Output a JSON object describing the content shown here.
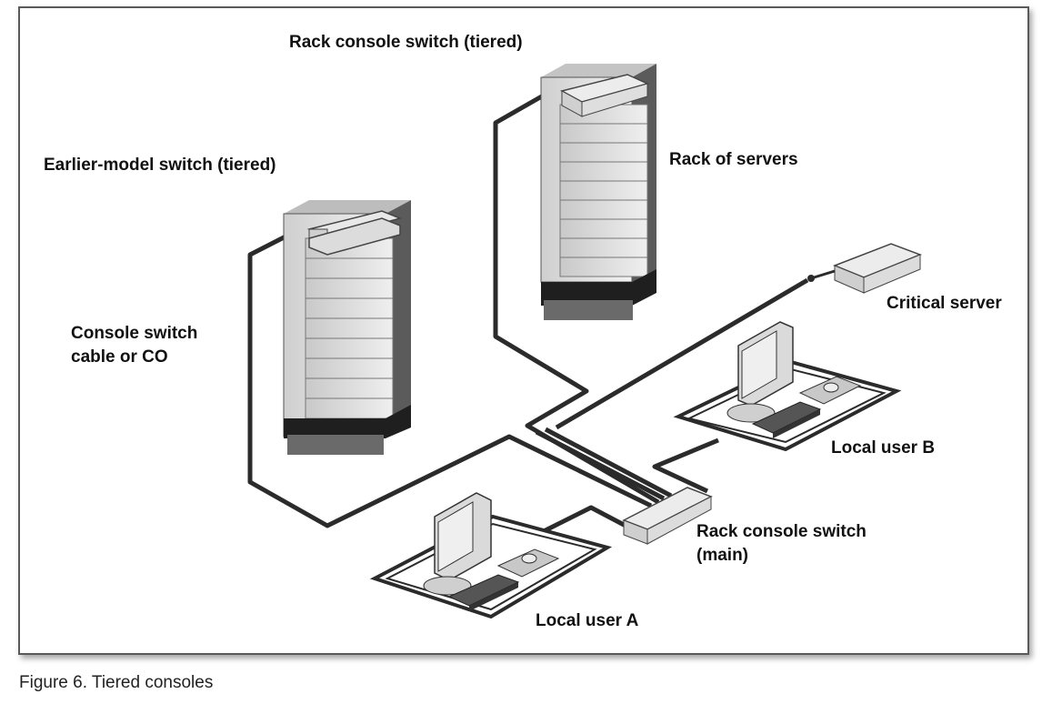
{
  "labels": {
    "rack_console_tiered": "Rack console switch (tiered)",
    "earlier_model": "Earlier-model switch (tiered)",
    "rack_of_servers": "Rack of servers",
    "critical_server": "Critical server",
    "console_cable": "Console switch\ncable or CO",
    "local_user_b": "Local user B",
    "rack_console_main": "Rack console switch\n(main)",
    "local_user_a": "Local user A"
  },
  "caption": "Figure 6. Tiered consoles",
  "colors": {
    "cable": "#2b2b2b",
    "rack_light": "#e3e3e3",
    "rack_shadow": "#2a2a2a",
    "server_unit": "#d8d8d8",
    "frame_border": "#5a5a5a"
  }
}
